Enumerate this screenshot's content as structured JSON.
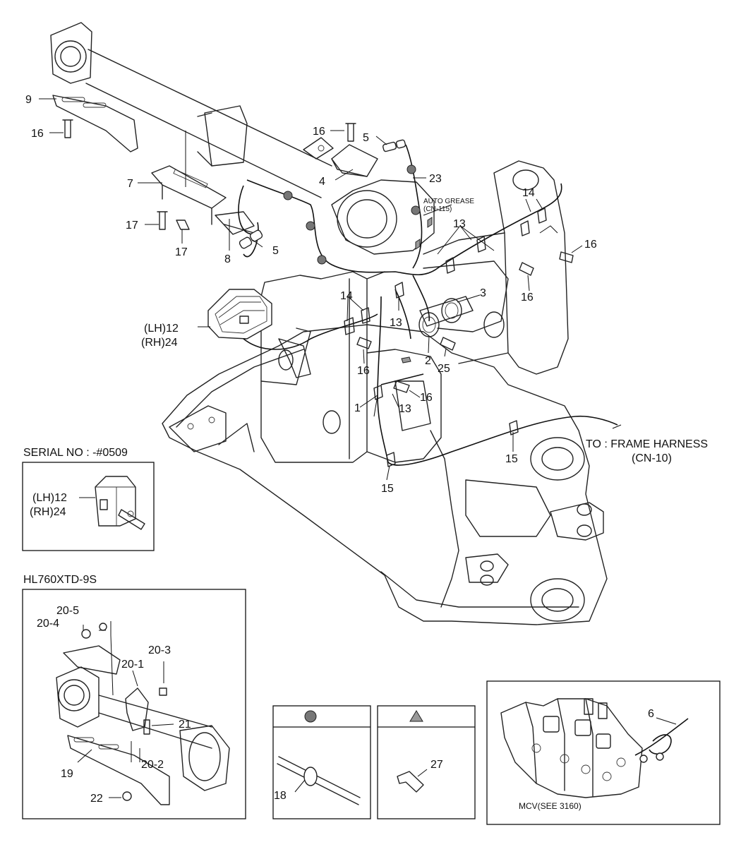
{
  "callouts": {
    "c1": "1",
    "c2": "2",
    "c3": "3",
    "c4": "4",
    "c5a": "5",
    "c5b": "5",
    "c6": "6",
    "c7": "7",
    "c8": "8",
    "c9": "9",
    "c12": "(LH)12",
    "c24": "(RH)24",
    "c13a": "13",
    "c13b": "13",
    "c13c": "13",
    "c14a": "14",
    "c14b": "14",
    "c15a": "15",
    "c15b": "15",
    "c16a": "16",
    "c16b": "16",
    "c16c": "16",
    "c16d": "16",
    "c16e": "16",
    "c16f": "16",
    "c17a": "17",
    "c17b": "17",
    "c23": "23",
    "c25": "25",
    "auto_grease": "AUTO GREASE",
    "auto_grease_cn": "(CN-115)",
    "frame_harness": "TO : FRAME HARNESS",
    "frame_harness_cn": "(CN-10)"
  },
  "serial_box": {
    "title": "SERIAL NO : -#0509",
    "lh": "(LH)12",
    "rh": "(RH)24"
  },
  "model_box": {
    "title": "HL760XTD-9S",
    "c20_5": "20-5",
    "c20_4": "20-4",
    "c20_3": "20-3",
    "c20_1": "20-1",
    "c21": "21",
    "c20_2": "20-2",
    "c19": "19",
    "c22": "22"
  },
  "legend_grommet": {
    "item": "18",
    "icon": "grommet-icon"
  },
  "legend_tie": {
    "item": "27",
    "icon": "cable-tie-icon"
  },
  "mcv_box": {
    "item": "6",
    "caption": "MCV(SEE 3160)"
  }
}
